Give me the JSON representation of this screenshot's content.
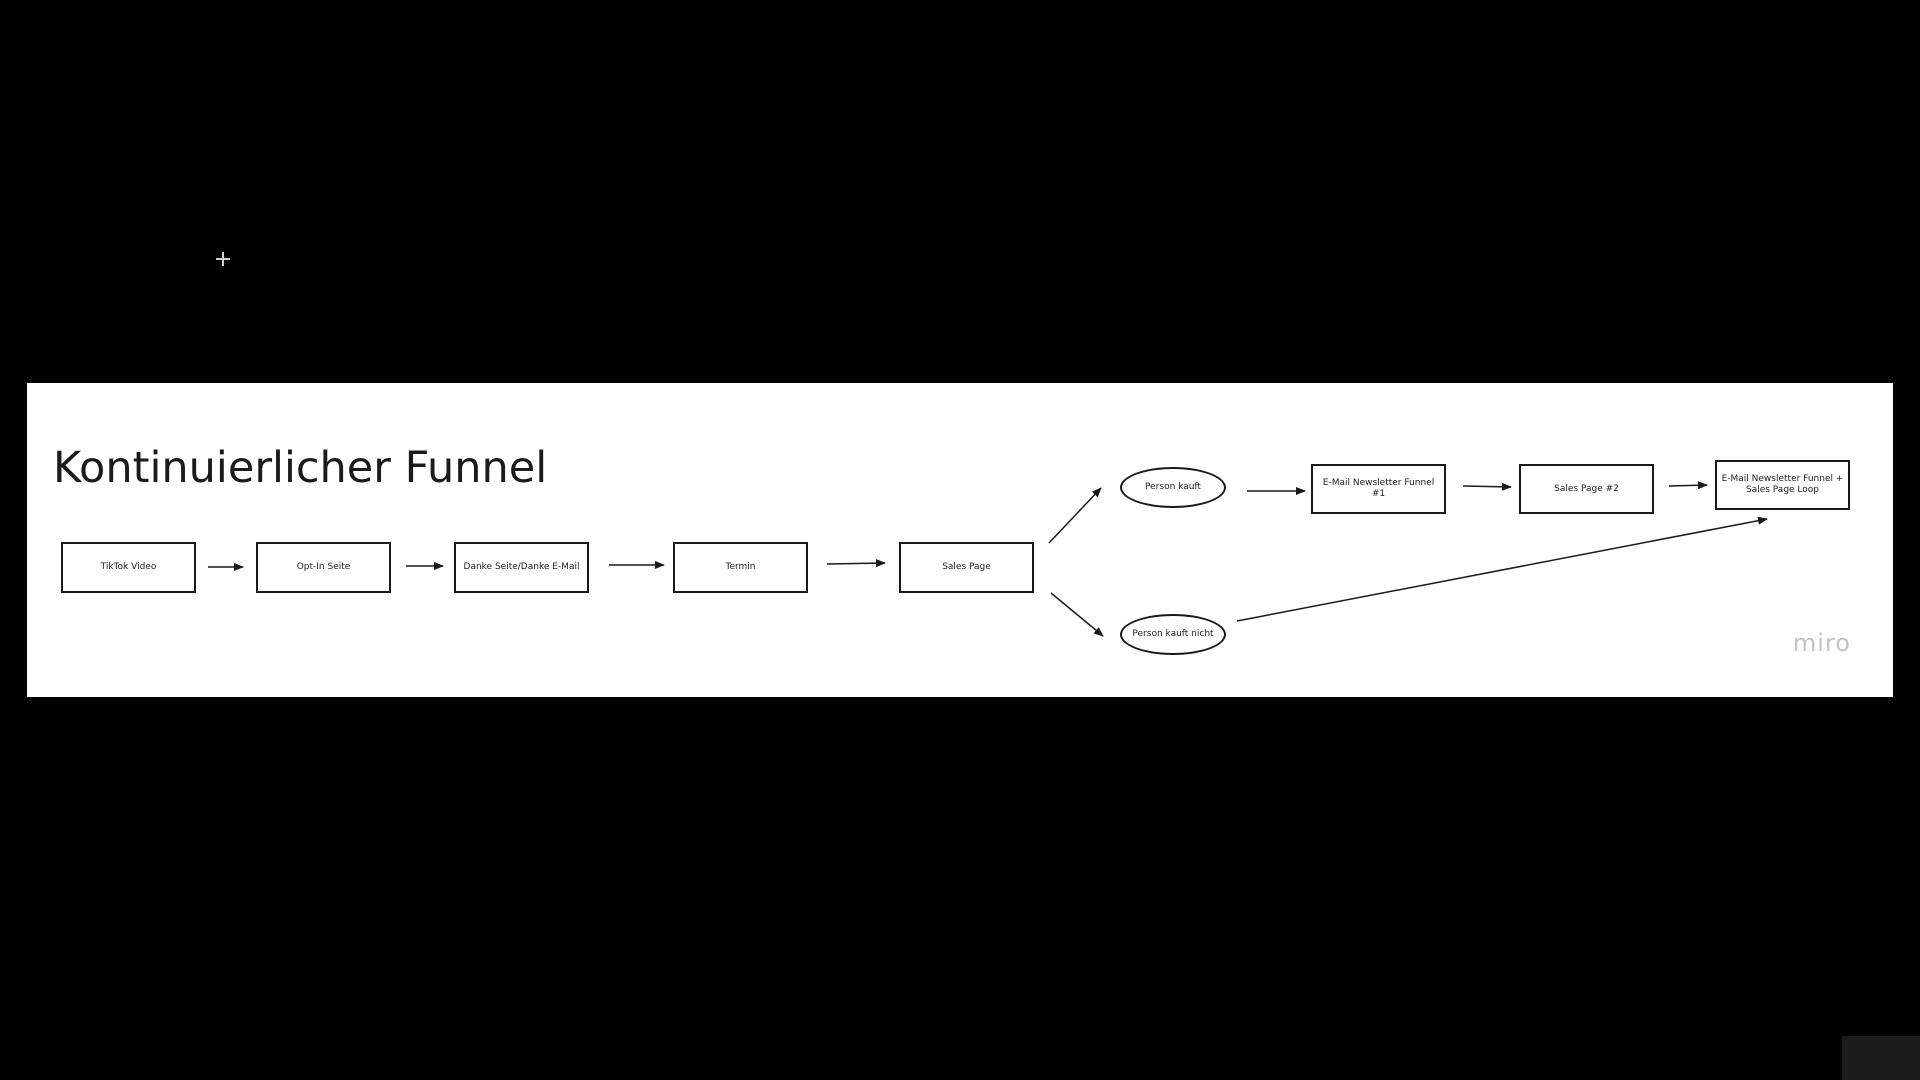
{
  "board": {
    "title": "Kontinuierlicher Funnel",
    "logo": "miro"
  },
  "nodes": {
    "tiktok": "TikTok Video",
    "optin": "Opt-In Seite",
    "danke": "Danke Seite/Danke E-Mail",
    "termin": "Termin",
    "sales": "Sales Page",
    "kauft": "Person kauft",
    "kauft_nicht": "Person kauft nicht",
    "newsletter1": "E-Mail Newsletter Funnel #1",
    "sales2": "Sales Page #2",
    "newsletter_loop": "E-Mail Newsletter Funnel + Sales Page Loop"
  },
  "colors": {
    "background": "#000000",
    "board": "#ffffff",
    "stroke": "#1a1a1a",
    "logo": "#c4c4c4"
  }
}
